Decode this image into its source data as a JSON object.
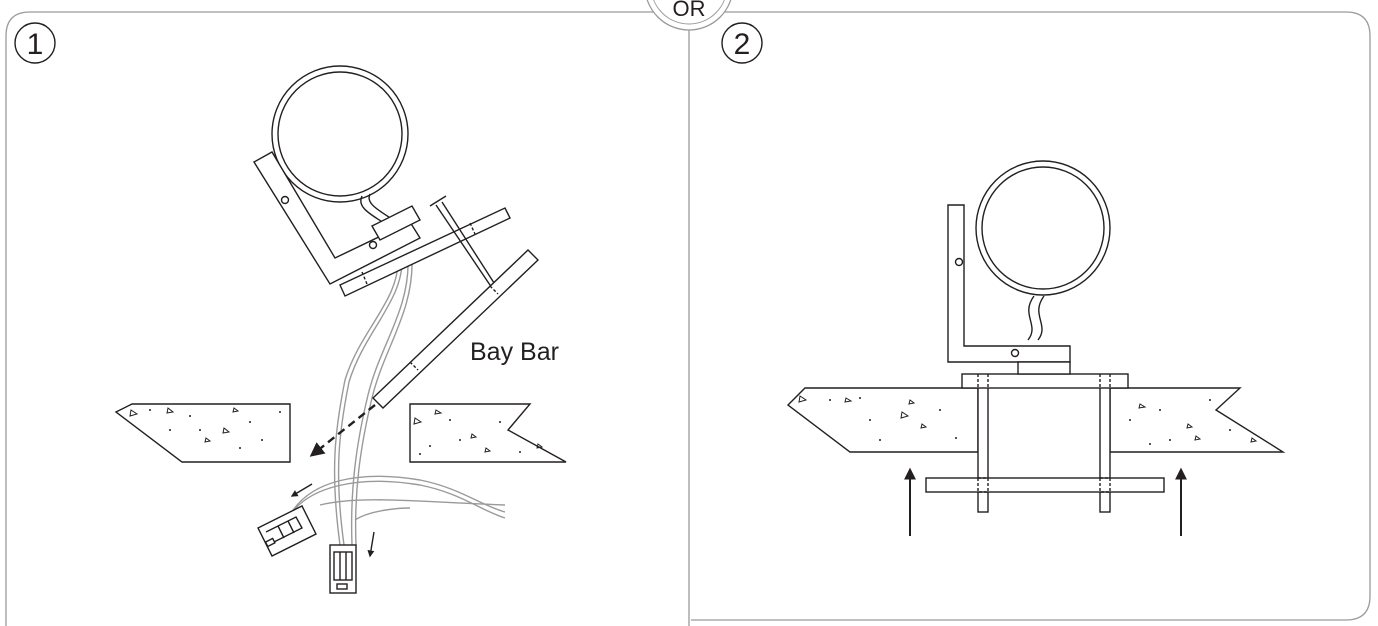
{
  "divider_label": "OR",
  "panels": [
    {
      "step": "1",
      "bar_label": "Bay Bar"
    },
    {
      "step": "2"
    }
  ],
  "colors": {
    "line": "#231f20",
    "frame": "#9a9a9a",
    "wire": "#9a9a9a"
  }
}
